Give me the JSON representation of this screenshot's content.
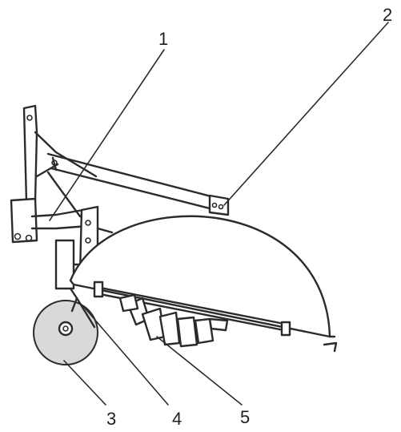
{
  "labels": [
    {
      "id": "1",
      "text": "1"
    },
    {
      "id": "2",
      "text": "2"
    },
    {
      "id": "3",
      "text": "3"
    },
    {
      "id": "4",
      "text": "4"
    },
    {
      "id": "5",
      "text": "5"
    }
  ],
  "colors": {
    "ink": "#2b2b2b",
    "background": "#ffffff"
  }
}
